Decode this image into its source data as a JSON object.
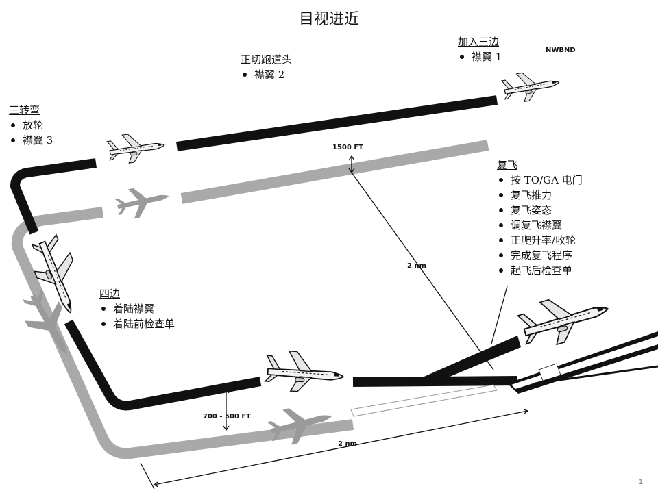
{
  "title": "目视进近",
  "logo_text": "NWBND",
  "page_number": "1",
  "legs": {
    "crosswind": {
      "heading": "加入三边",
      "items": [
        "襟翼 1"
      ]
    },
    "abeam_threshold": {
      "heading": "正切跑道头",
      "items": [
        "襟翼 2"
      ]
    },
    "base_turn": {
      "heading": "三转弯",
      "items": [
        "放轮",
        "襟翼 3"
      ]
    },
    "final": {
      "heading": "四边",
      "items": [
        "着陆襟翼",
        "着陆前检查单"
      ]
    },
    "go_around": {
      "heading": "复飞",
      "items": [
        "按 TO/GA 电门",
        "复飞推力",
        "复飞姿态",
        "调复飞襟翼",
        "正爬升率/收轮",
        "完成复飞程序",
        "起飞后检查单"
      ]
    }
  },
  "dimensions": {
    "downwind_altitude": "1500 FT",
    "final_altitude": "700 - 500 FT",
    "downwind_distance": "2 nm",
    "final_distance": "2 nm"
  }
}
